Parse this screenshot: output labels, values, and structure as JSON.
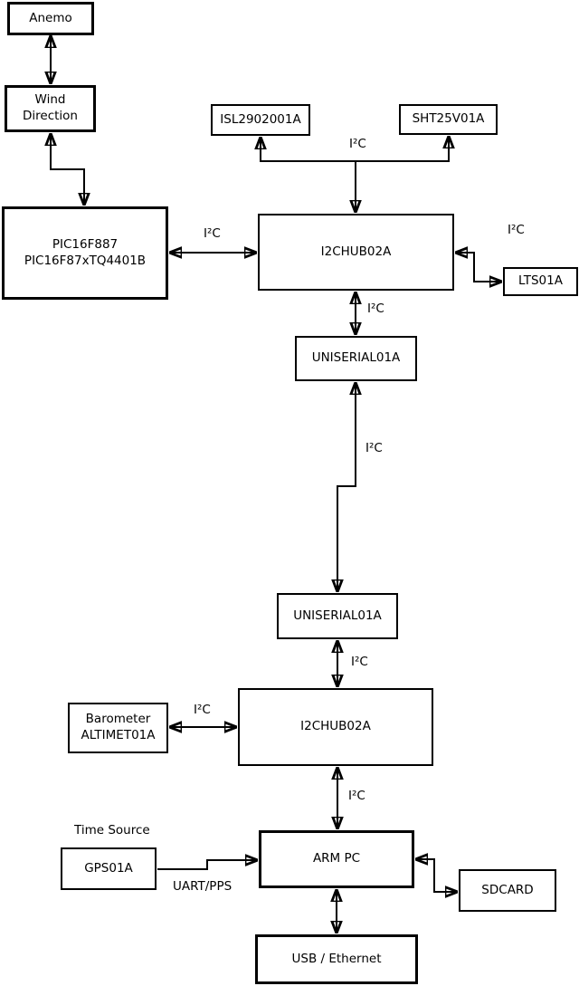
{
  "diagram": {
    "boxes": {
      "anemo": "Anemo",
      "wind_direction": "Wind\nDirection",
      "pic": "PIC16F887\nPIC16F87xTQ4401B",
      "isl": "ISL2902001A",
      "sht": "SHT25V01A",
      "i2c_hub_top": "I2CHUB02A",
      "lts": "LTS01A",
      "uniserial_top": "UNISERIAL01A",
      "uniserial_bottom": "UNISERIAL01A",
      "barometer": "Barometer\nALTIMET01A",
      "i2c_hub_bottom": "I2CHUB02A",
      "gps": "GPS01A",
      "arm_pc": "ARM PC",
      "sdcard": "SDCARD",
      "usb_ethernet": "USB / Ethernet"
    },
    "edge_labels": {
      "i2c_sensor_branch": "I²C",
      "i2c_pic_hub": "I²C",
      "i2c_hub_lts": "I²C",
      "i2c_hub_uniserial": "I²C",
      "i2c_uniserial_link": "I²C",
      "i2c_uniserial_hub": "I²C",
      "i2c_barometer_hub": "I²C",
      "i2c_hub_armpc": "I²C",
      "time_source": "Time Source",
      "uart_pps": "UART/PPS"
    },
    "colors": {
      "line": "#000000",
      "box_fill": "#ffffff",
      "background": "#ffffff",
      "text": "#000000"
    }
  }
}
